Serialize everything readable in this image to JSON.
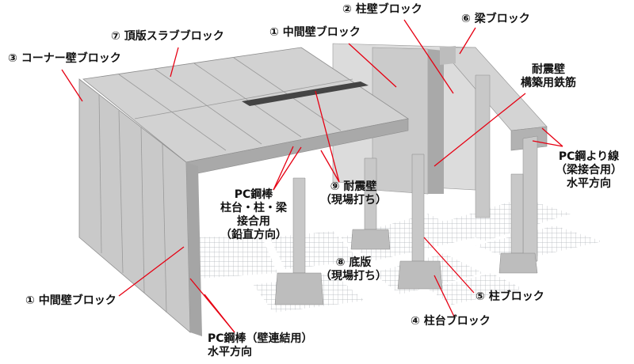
{
  "labels": {
    "corner_wall": "③ コーナー壁ブロック",
    "top_slab": "⑦ 頂版スラブブロック",
    "mid_wall_top": "① 中間壁ブロック",
    "column_wall": "② 柱壁ブロック",
    "beam": "⑥ 梁ブロック",
    "seismic_rebar": [
      "耐震壁",
      "構築用鉄筋"
    ],
    "pc_strand": [
      "PC鋼より線",
      "（梁接合用）",
      "水平方向"
    ],
    "pc_bar_vertical": [
      "PC鋼棒",
      "柱台・柱・梁",
      "接合用",
      "（鉛直方向）"
    ],
    "seismic_wall": [
      "⑨ 耐震壁",
      "（現場打ち）"
    ],
    "bottom_slab": [
      "⑧ 底版",
      "（現場打ち）"
    ],
    "column": "⑤ 柱ブロック",
    "column_base": "④ 柱台ブロック",
    "mid_wall_bottom": "① 中間壁ブロック",
    "pc_bar_horizontal": [
      "PC鋼棒（壁連結用）",
      "水平方向"
    ]
  },
  "colors": {
    "arrow": "#e60012",
    "concrete_top": "#cfcfcf",
    "concrete_side": "#b2b2b2",
    "concrete_dark": "#8e8e8e",
    "rebar": "#9aa0a6"
  }
}
